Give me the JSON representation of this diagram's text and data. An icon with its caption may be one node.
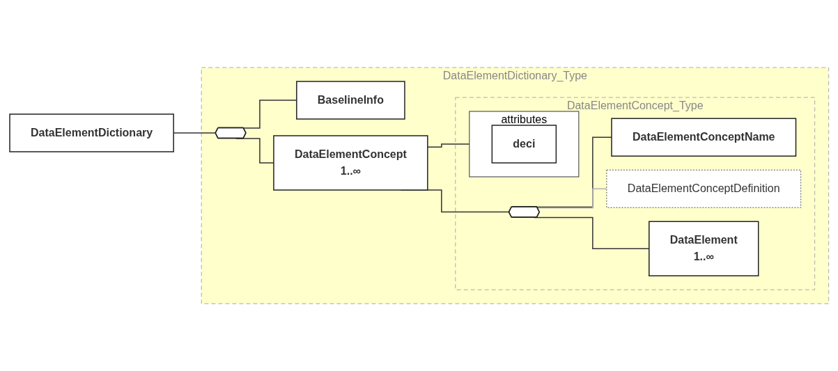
{
  "diagram": {
    "nodes": [
      {
        "text": [
          "DataElementDictionary"
        ]
      },
      {
        "text": [
          "DataElementDictionary_Type"
        ]
      },
      {
        "text": [],
        "shape": "octagon",
        "in": 1
      },
      {
        "text": [
          "BaselineInfo"
        ],
        "in": 1
      },
      {
        "text": [
          "DataElementConcept",
          "1..∞"
        ],
        "in": 1
      },
      {
        "text": [
          "DataElementConcept_Type"
        ],
        "in": 1
      },
      {
        "text": [
          "attributes"
        ],
        "in": 5
      },
      {
        "text": [
          "deci"
        ],
        "in": 6
      },
      {
        "text": [],
        "shape": "octagon",
        "in": 5
      },
      {
        "text": [
          "DataElementConceptName"
        ],
        "in": 5
      },
      {
        "text": [
          "DataElementConceptDefinition"
        ],
        "in": 5
      },
      {
        "text": [
          "DataElement",
          "1..∞"
        ],
        "in": 5
      }
    ],
    "edges": [
      {
        "from": 0,
        "to": 2,
        "arrow": "none"
      },
      {
        "from": 2,
        "to": 3,
        "arrow": "none"
      },
      {
        "from": 2,
        "to": 4,
        "arrow": "none"
      },
      {
        "from": 4,
        "to": 6,
        "arrow": "none"
      },
      {
        "from": 4,
        "to": 8,
        "arrow": "none"
      },
      {
        "from": 8,
        "to": 9,
        "arrow": "none"
      },
      {
        "from": 8,
        "to": 10,
        "arrow": "none",
        "color": "#b0b0b0"
      },
      {
        "from": 8,
        "to": 11,
        "arrow": "none"
      }
    ]
  }
}
